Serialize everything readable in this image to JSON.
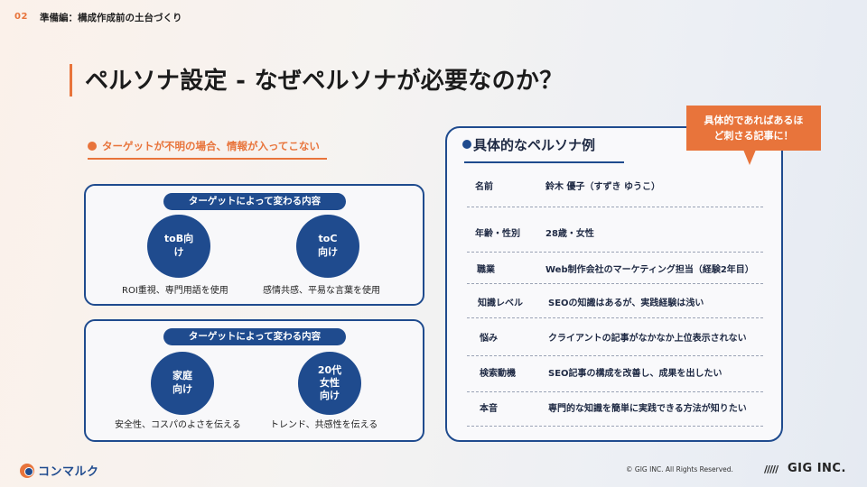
{
  "header": {
    "section_number": "02",
    "section_title": "準備編：構成作成前の土台づくり"
  },
  "title": "ペルソナ設定 - なぜペルソナが必要なのか？",
  "left": {
    "subtitle": "ターゲットが不明の場合、情報が入ってこない",
    "boxes": [
      {
        "label": "ターゲットによって変わる内容",
        "circles": [
          "toB向\nけ",
          "toC\n向け"
        ],
        "captions": [
          "ROI重視、専門用語を使用",
          "感情共感、平易な言葉を使用"
        ]
      },
      {
        "label": "ターゲットによって変わる内容",
        "circles": [
          "家庭\n向け",
          "20代\n女性\n向け"
        ],
        "captions": [
          "安全性、コスパのよさを伝える",
          "トレンド、共感性を伝える"
        ]
      }
    ]
  },
  "card": {
    "title": "具体的なペルソナ例",
    "bubble": "具体的であればあるほ\nど刺さる記事に！",
    "rows": [
      {
        "key": "名前",
        "value": "鈴木 優子（すずき ゆうこ）"
      },
      {
        "key": "年齢・性別",
        "value": "28歳・女性"
      },
      {
        "key": "職業",
        "value": "Web制作会社のマーケティング担当（経験2年目）"
      },
      {
        "key": "知識レベル",
        "value": "SEOの知識はあるが、実践経験は浅い"
      },
      {
        "key": "悩み",
        "value": "クライアントの記事がなかなか上位表示されない"
      },
      {
        "key": "検索動機",
        "value": "SEO記事の構成を改善し、成果を出したい"
      },
      {
        "key": "本音",
        "value": "専門的な知識を簡単に実践できる方法が知りたい"
      }
    ]
  },
  "footer": {
    "logo_text": "コンマルク",
    "copyright": "© GIG INC. All Rights Reserved.",
    "gig_mark": "/////",
    "gig_text": "GIG INC."
  },
  "colors": {
    "accent": "#e8743b",
    "navy": "#1f4b8e"
  }
}
